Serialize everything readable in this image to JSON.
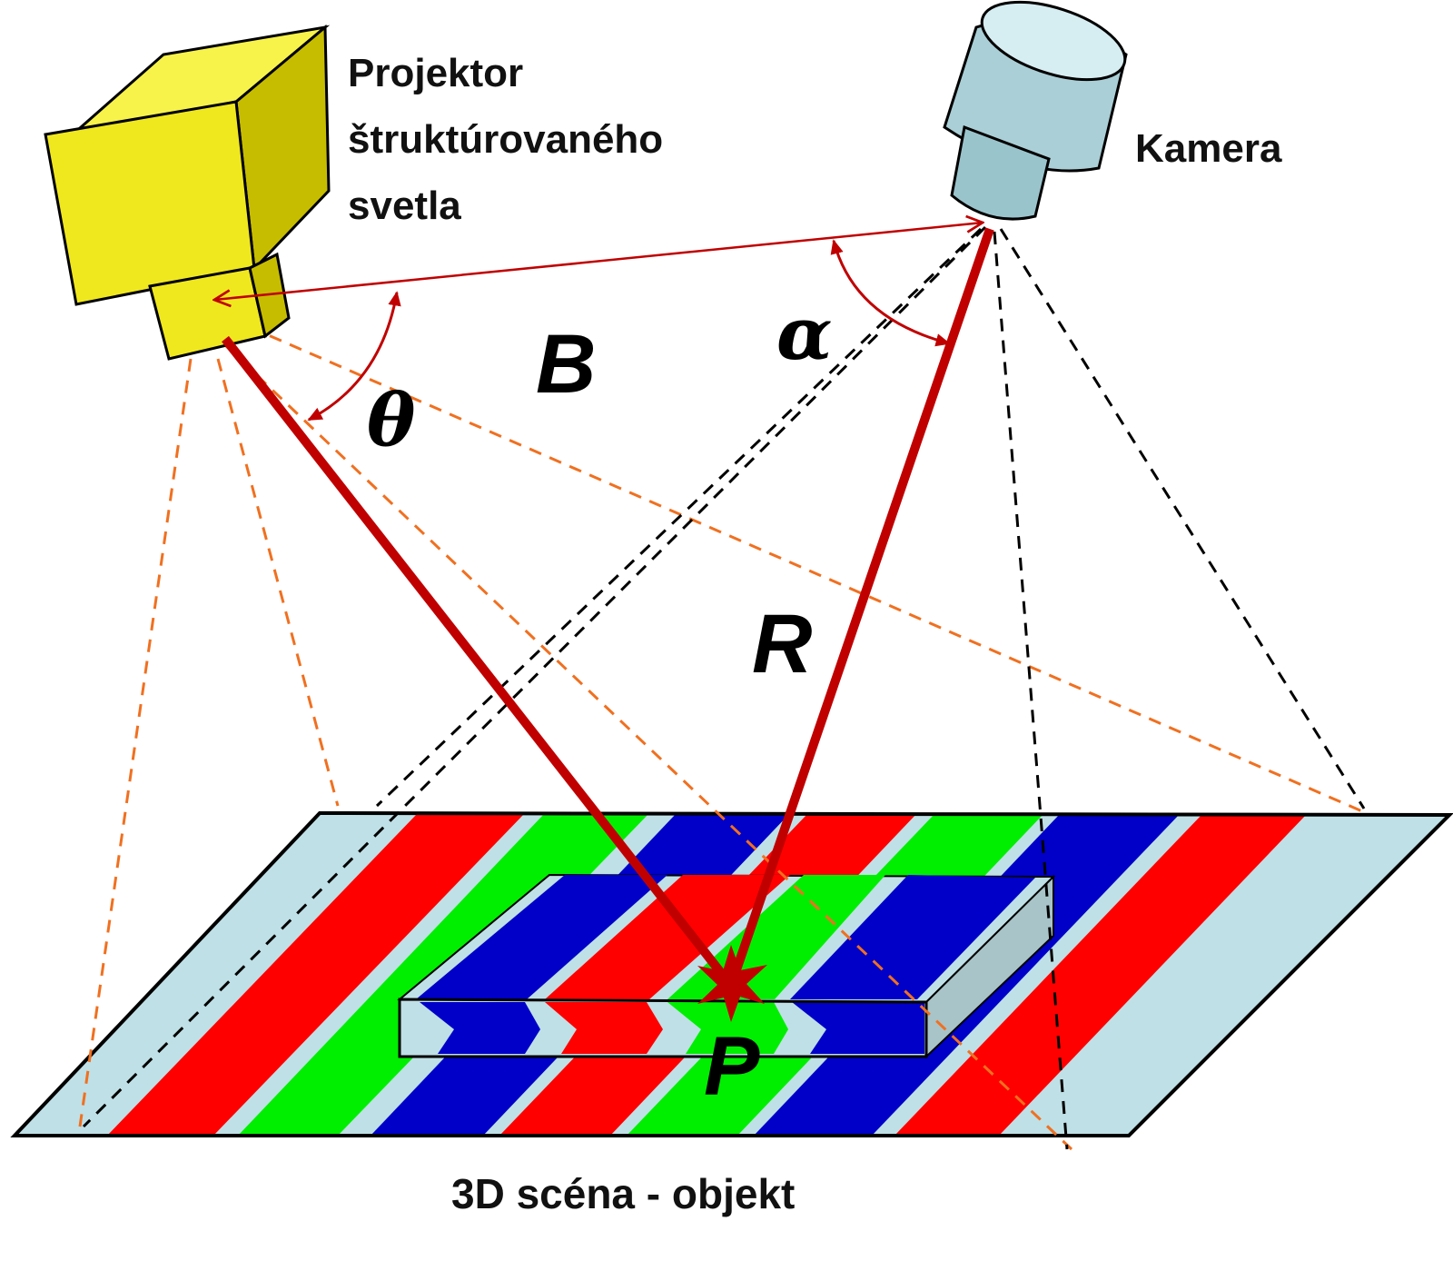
{
  "labels": {
    "projector_line1": "Projektor",
    "projector_line2": "štruktúrovaného",
    "projector_line3": "svetla",
    "camera": "Kamera",
    "scene": "3D scéna - objekt"
  },
  "symbols": {
    "baseline": "B",
    "range": "R",
    "point": "P",
    "theta": "θ",
    "alpha": "α"
  },
  "colors": {
    "projector_body": "#f0e81e",
    "camera_body": "#aacfd6",
    "stripe_red": "#ff0000",
    "stripe_green": "#00ee00",
    "stripe_blue": "#0000c8",
    "stripe_gap": "#bfe0e6",
    "ray": "#c00000",
    "projector_frustum": "#f07020",
    "camera_frustum": "#000000"
  }
}
